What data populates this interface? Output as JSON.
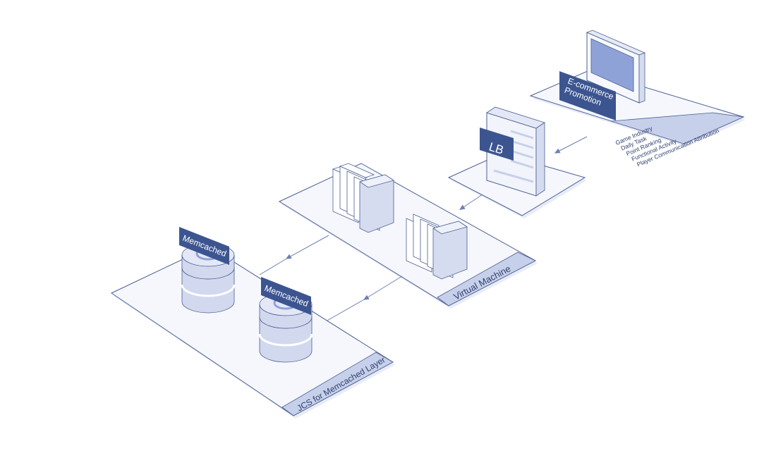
{
  "colors": {
    "outline": "#4c5f93",
    "platform_fill": "#f5f7fc",
    "strip_fill": "#c7d0ea",
    "label_dark": "#3c5590",
    "screen": "#8fa2d8",
    "db_body": "#d2d8ee",
    "db_top": "#e4e8f6",
    "rack_fill": "#eef1fa",
    "arrow": "#6f7fb0",
    "background": "#ffffff"
  },
  "nodes": {
    "client": {
      "banner": [
        "E-commerce",
        "Promotion"
      ],
      "scenarios": [
        "Game Industry",
        "Daily Task",
        "Point Ranking",
        "Functional Activity",
        "Player Communication Attribution"
      ]
    },
    "lb": {
      "label": "LB"
    },
    "vm": {
      "label": "Virtual Machine"
    },
    "cache": {
      "label": "JCS for Memcached Layer",
      "db1_label": "Memcached",
      "db2_label": "Memcached"
    }
  },
  "icons": [
    "monitor-icon",
    "load-balancer-icon",
    "server-rack-icon",
    "database-icon",
    "arrow-icon"
  ]
}
